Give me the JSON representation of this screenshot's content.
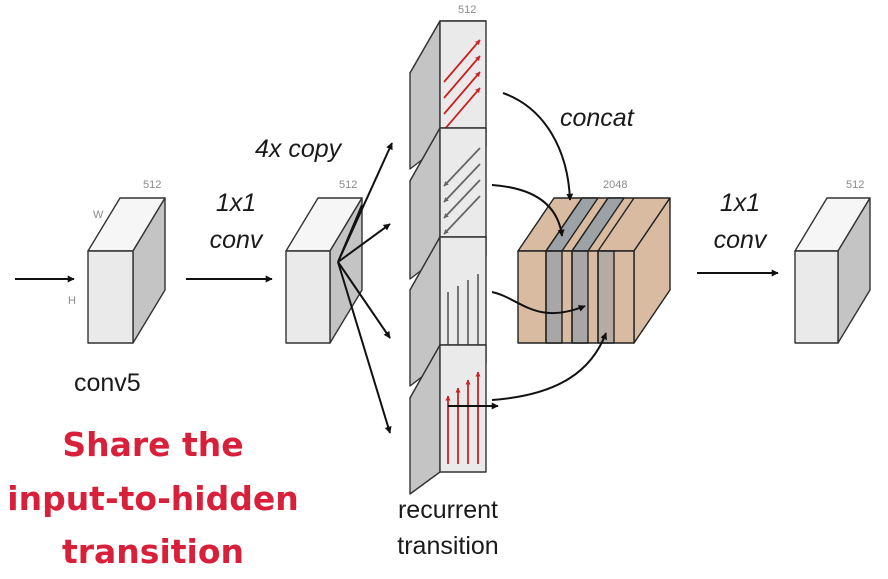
{
  "labels": {
    "conv5": "conv5",
    "dim_w": "W",
    "dim_h": "H",
    "conv5_channels": "512",
    "step1_line1": "1x1",
    "step1_line2": "conv",
    "copy_channels": "512",
    "copy_label": "4x copy",
    "recurrent_channels": "512",
    "recurrent_line1": "recurrent",
    "recurrent_line2": "transition",
    "concat_label": "concat",
    "concat_channels": "2048",
    "step2_line1": "1x1",
    "step2_line2": "conv",
    "output_channels": "512"
  },
  "callout": {
    "line1": "Share the",
    "line2": "input-to-hidden",
    "line3": "transition",
    "color": "#d8203a"
  },
  "colors": {
    "block_front": "#eaeaea",
    "block_top": "#f6f6f6",
    "block_side": "#c4c4c4",
    "concat_tan": "#d8bba0",
    "concat_slate": "#8a9aa8",
    "arrow_red": "#cc2222",
    "arrow_gray": "#666666"
  },
  "sweeps": [
    {
      "name": "up-right-sweep",
      "direction": "up-right",
      "color": "red"
    },
    {
      "name": "down-left-sweep",
      "direction": "down-left",
      "color": "gray"
    },
    {
      "name": "downward-sweep",
      "direction": "down",
      "color": "gray"
    },
    {
      "name": "upward-sweep",
      "direction": "up",
      "color": "red"
    }
  ]
}
